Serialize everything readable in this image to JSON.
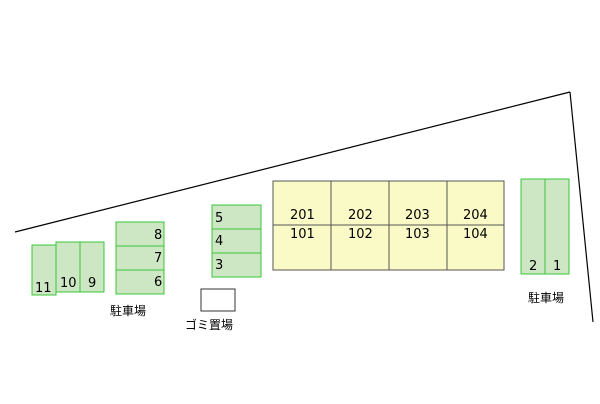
{
  "colors": {
    "parking_fill": "#cde6c4",
    "parking_stroke": "#39c739",
    "building_fill": "#fafac7",
    "building_stroke": "#555555",
    "boundary": "#000000"
  },
  "parking_left": {
    "spaces": [
      "11",
      "10",
      "9"
    ]
  },
  "parking_center": {
    "spaces": [
      "8",
      "7",
      "6"
    ],
    "label": "駐車場"
  },
  "parking_mid": {
    "spaces": [
      "5",
      "4",
      "3"
    ]
  },
  "parking_right": {
    "spaces": [
      "2",
      "1"
    ],
    "label": "駐車場"
  },
  "building": {
    "upper_units": [
      "201",
      "202",
      "203",
      "204"
    ],
    "lower_units": [
      "101",
      "102",
      "103",
      "104"
    ]
  },
  "garbage": {
    "label": "ゴミ置場"
  }
}
